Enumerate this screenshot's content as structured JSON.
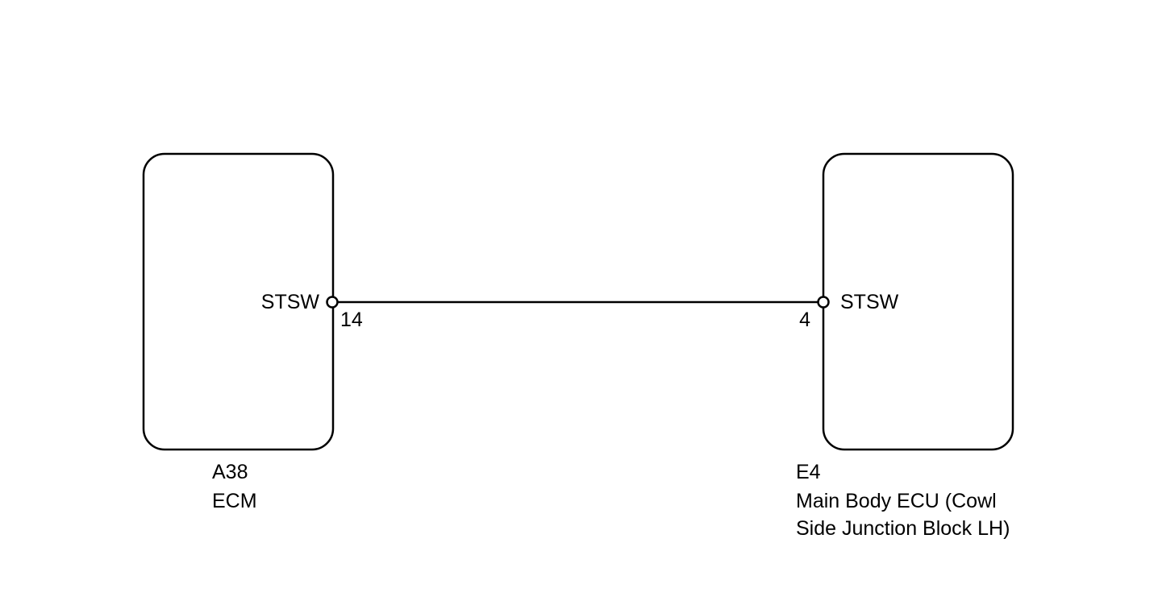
{
  "components": [
    {
      "connector": "A38",
      "name_lines": [
        "ECM"
      ],
      "terminal": {
        "signal": "STSW",
        "pin": "14"
      }
    },
    {
      "connector": "E4",
      "name_lines": [
        "Main Body ECU (Cowl",
        "Side Junction Block LH)"
      ],
      "terminal": {
        "signal": "STSW",
        "pin": "4"
      }
    }
  ],
  "colors": {
    "line": "#000000",
    "background": "#ffffff"
  }
}
